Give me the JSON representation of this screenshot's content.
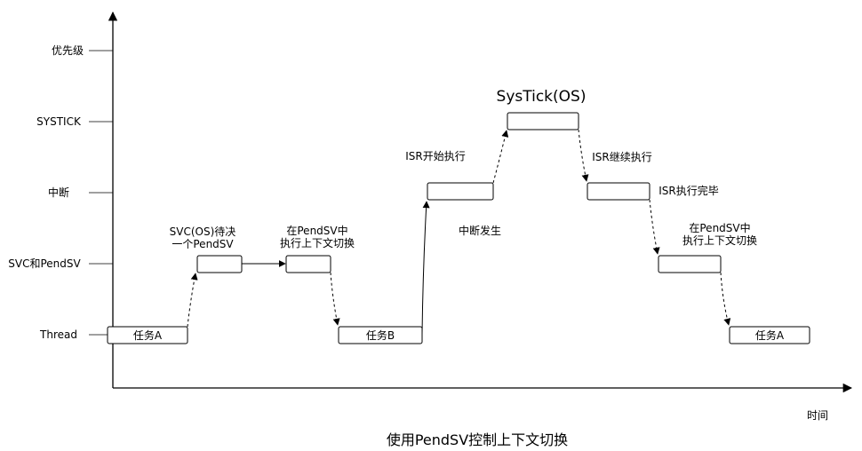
{
  "title": "使用PendSV控制上下文切换",
  "axes": {
    "y_label": "优先级",
    "x_label": "时间",
    "levels": [
      "SYSTICK",
      "中断",
      "SVC和PendSV",
      "Thread"
    ]
  },
  "boxes": {
    "task_a_1": "任务A",
    "svc_box": "",
    "pendsv_box_1": "",
    "task_b": "任务B",
    "isr_box_1": "",
    "systick_box": "",
    "isr_box_2": "",
    "pendsv_box_2": "",
    "task_a_2": "任务A"
  },
  "annotations": {
    "svc_pending_line1": "SVC(OS)待决",
    "svc_pending_line2": "一个PendSV",
    "pendsv_switch_1_line1": "在PendSV中",
    "pendsv_switch_1_line2": "执行上下文切换",
    "isr_start": "ISR开始执行",
    "interrupt_occurs": "中断发生",
    "systick_os": "SysTick(OS)",
    "isr_continue": "ISR继续执行",
    "isr_done": "ISR执行完毕",
    "pendsv_switch_2_line1": "在PendSV中",
    "pendsv_switch_2_line2": "执行上下文切换"
  }
}
